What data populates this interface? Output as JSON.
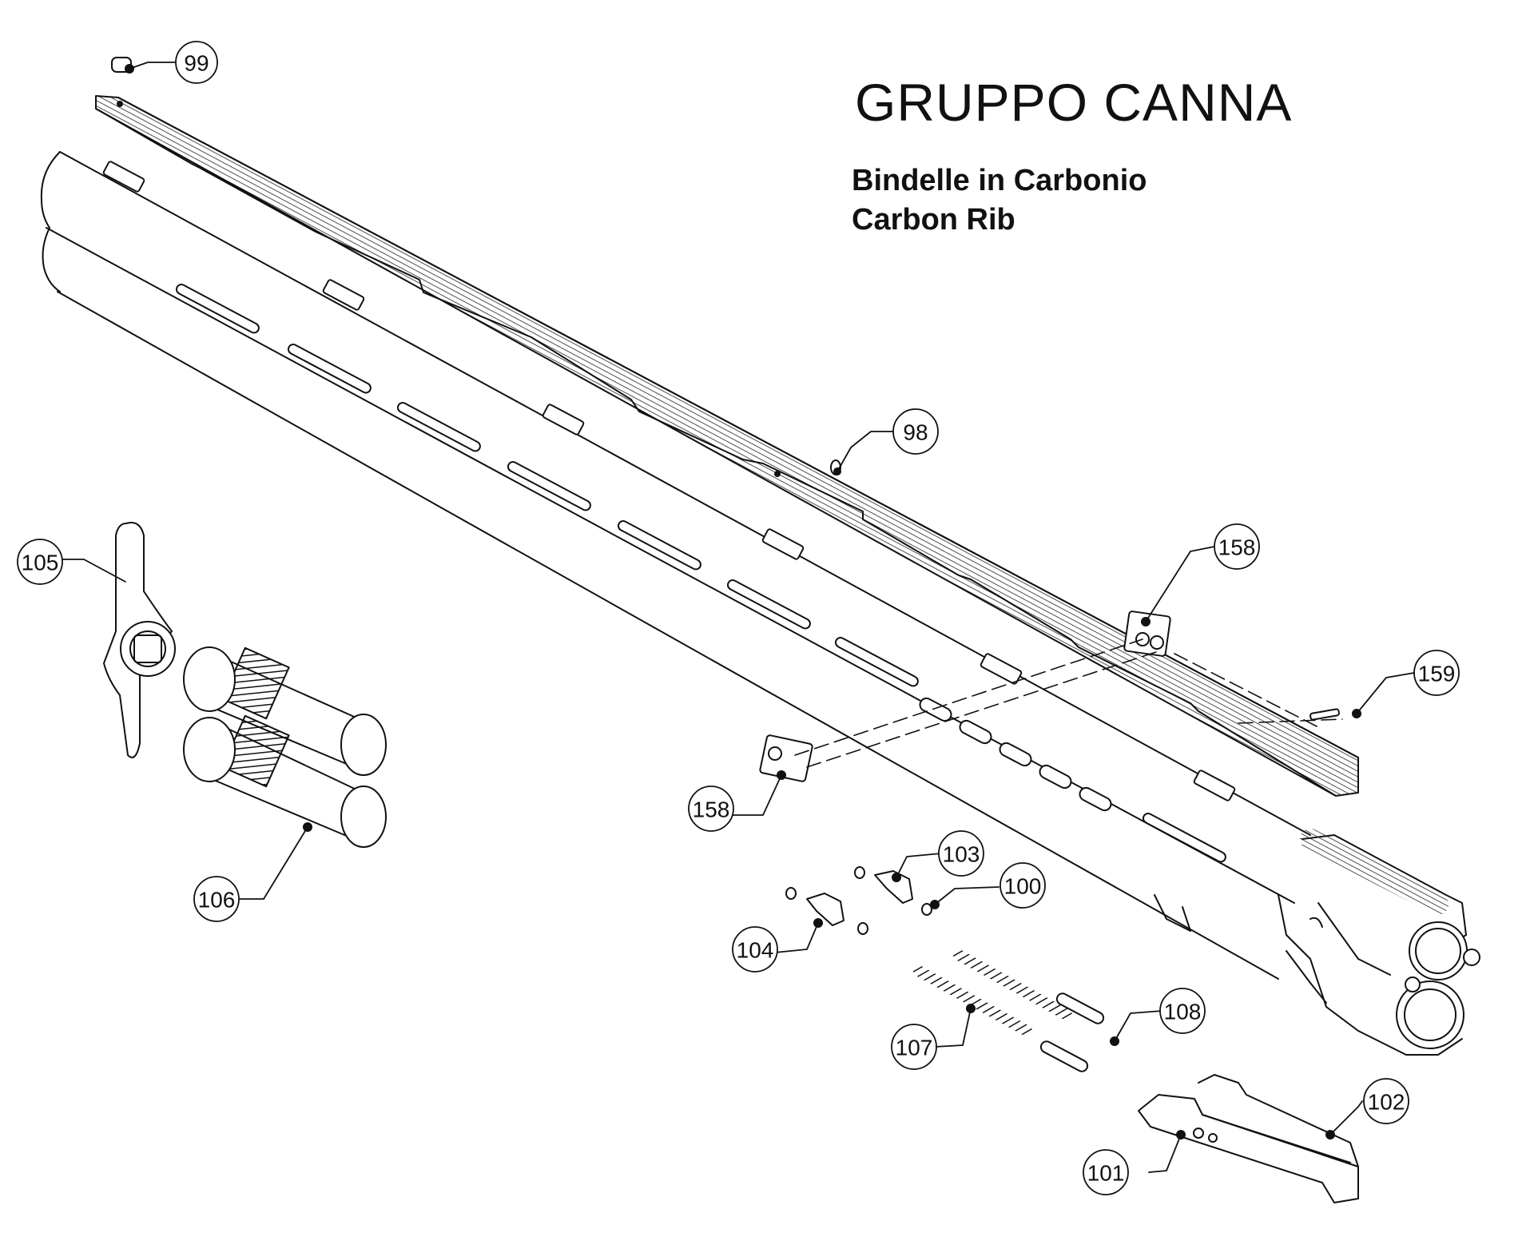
{
  "diagram": {
    "title": "GRUPPO CANNA",
    "subtitle_it": "Bindelle in Carbonio",
    "subtitle_en": "Carbon Rib",
    "callouts": [
      {
        "id": "c99",
        "label": "99"
      },
      {
        "id": "c98",
        "label": "98"
      },
      {
        "id": "c105",
        "label": "105"
      },
      {
        "id": "c158a",
        "label": "158"
      },
      {
        "id": "c158b",
        "label": "158"
      },
      {
        "id": "c159",
        "label": "159"
      },
      {
        "id": "c106",
        "label": "106"
      },
      {
        "id": "c103",
        "label": "103"
      },
      {
        "id": "c100",
        "label": "100"
      },
      {
        "id": "c104",
        "label": "104"
      },
      {
        "id": "c108",
        "label": "108"
      },
      {
        "id": "c107",
        "label": "107"
      },
      {
        "id": "c102",
        "label": "102"
      },
      {
        "id": "c101",
        "label": "101"
      }
    ]
  }
}
